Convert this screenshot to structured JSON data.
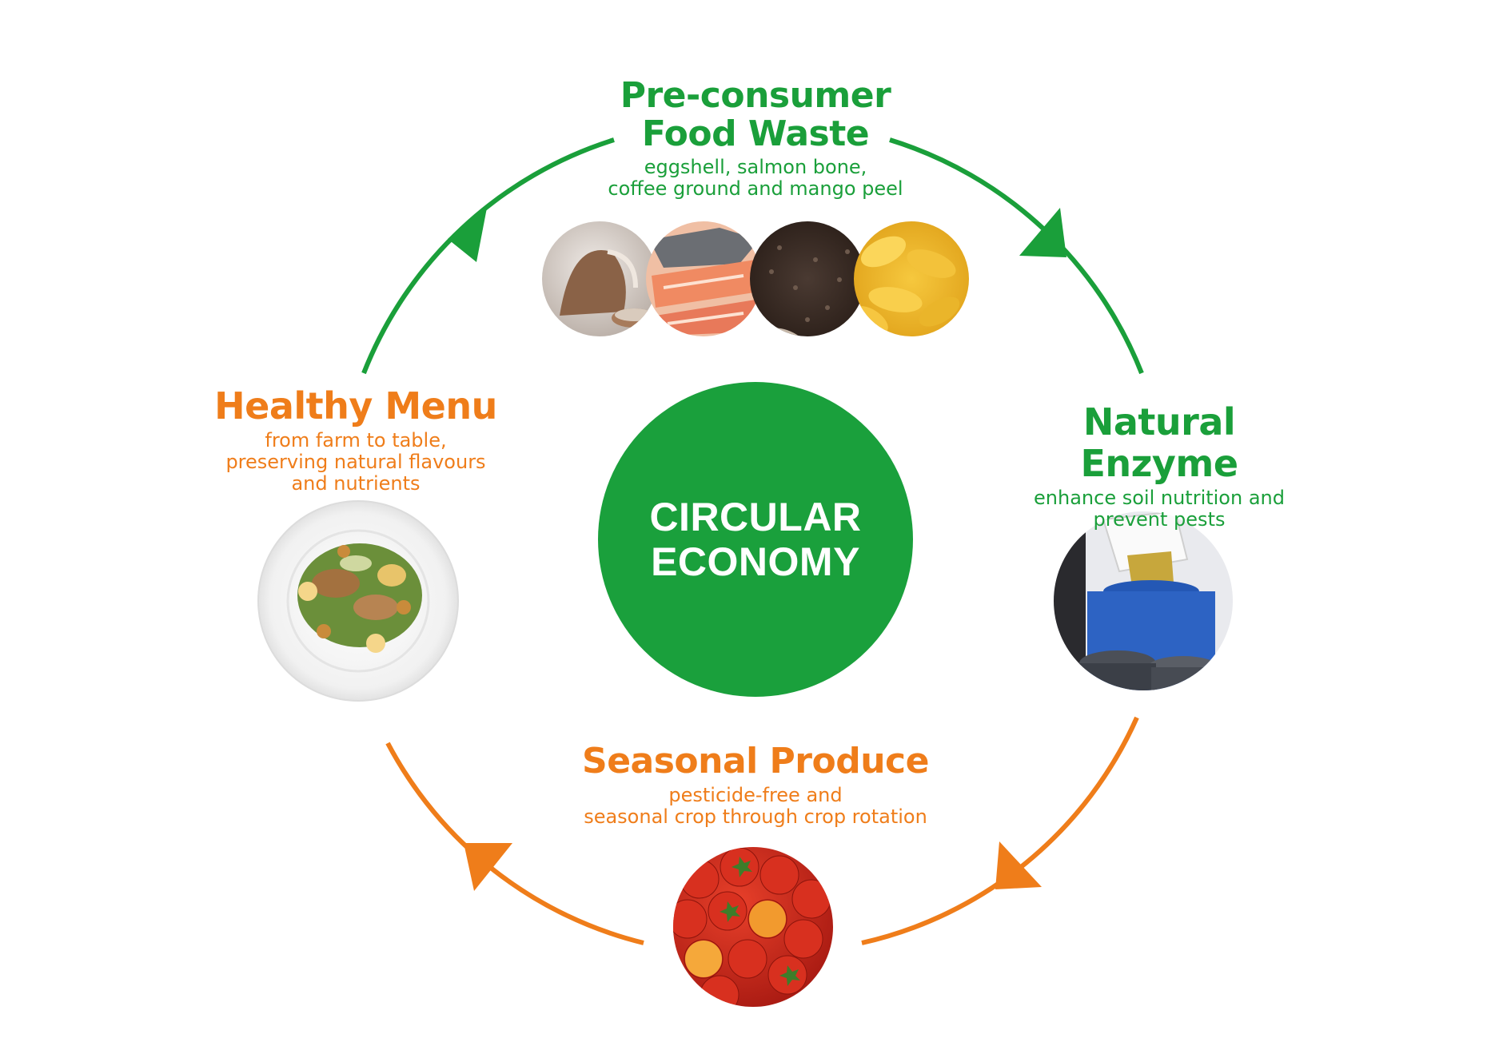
{
  "colors": {
    "green": "#1a9f3a",
    "orange": "#ef7d1a",
    "center_fill": "#1aa03c"
  },
  "center": {
    "line1": "CIRCULAR",
    "line2": "ECONOMY"
  },
  "stages": {
    "pre_consumer": {
      "title_line1": "Pre-consumer",
      "title_line2": "Food Waste",
      "desc_line1": "eggshell, salmon bone,",
      "desc_line2": "coffee ground and mango peel",
      "images": [
        "eggshell",
        "salmon bone",
        "coffee ground",
        "mango peel"
      ]
    },
    "natural_enzyme": {
      "title": "Natural Enzyme",
      "desc_line1": "enhance soil nutrition and",
      "desc_line2": "prevent pests",
      "image": "enzyme barrel"
    },
    "seasonal_produce": {
      "title": "Seasonal Produce",
      "desc_line1": "pesticide-free and",
      "desc_line2": "seasonal crop through crop rotation",
      "image": "tomatoes"
    },
    "healthy_menu": {
      "title": "Healthy Menu",
      "desc_line1": "from farm to table,",
      "desc_line2": "preserving natural flavours",
      "desc_line3": "and nutrients",
      "image": "salad plate"
    }
  }
}
